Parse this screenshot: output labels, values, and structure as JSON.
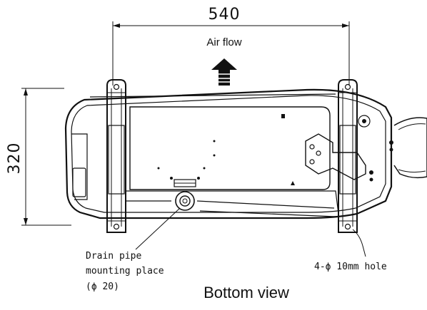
{
  "dimensions": {
    "width": "540",
    "height": "320"
  },
  "airflow_label": "Air flow",
  "drain": {
    "line1": "Drain pipe",
    "line2": "mounting place",
    "line3": "(ϕ 20)"
  },
  "hole_note": "4-ϕ 10mm hole",
  "caption": "Bottom view",
  "icons": [
    "airflow-arrow-icon",
    "drain-outlet-icon"
  ]
}
